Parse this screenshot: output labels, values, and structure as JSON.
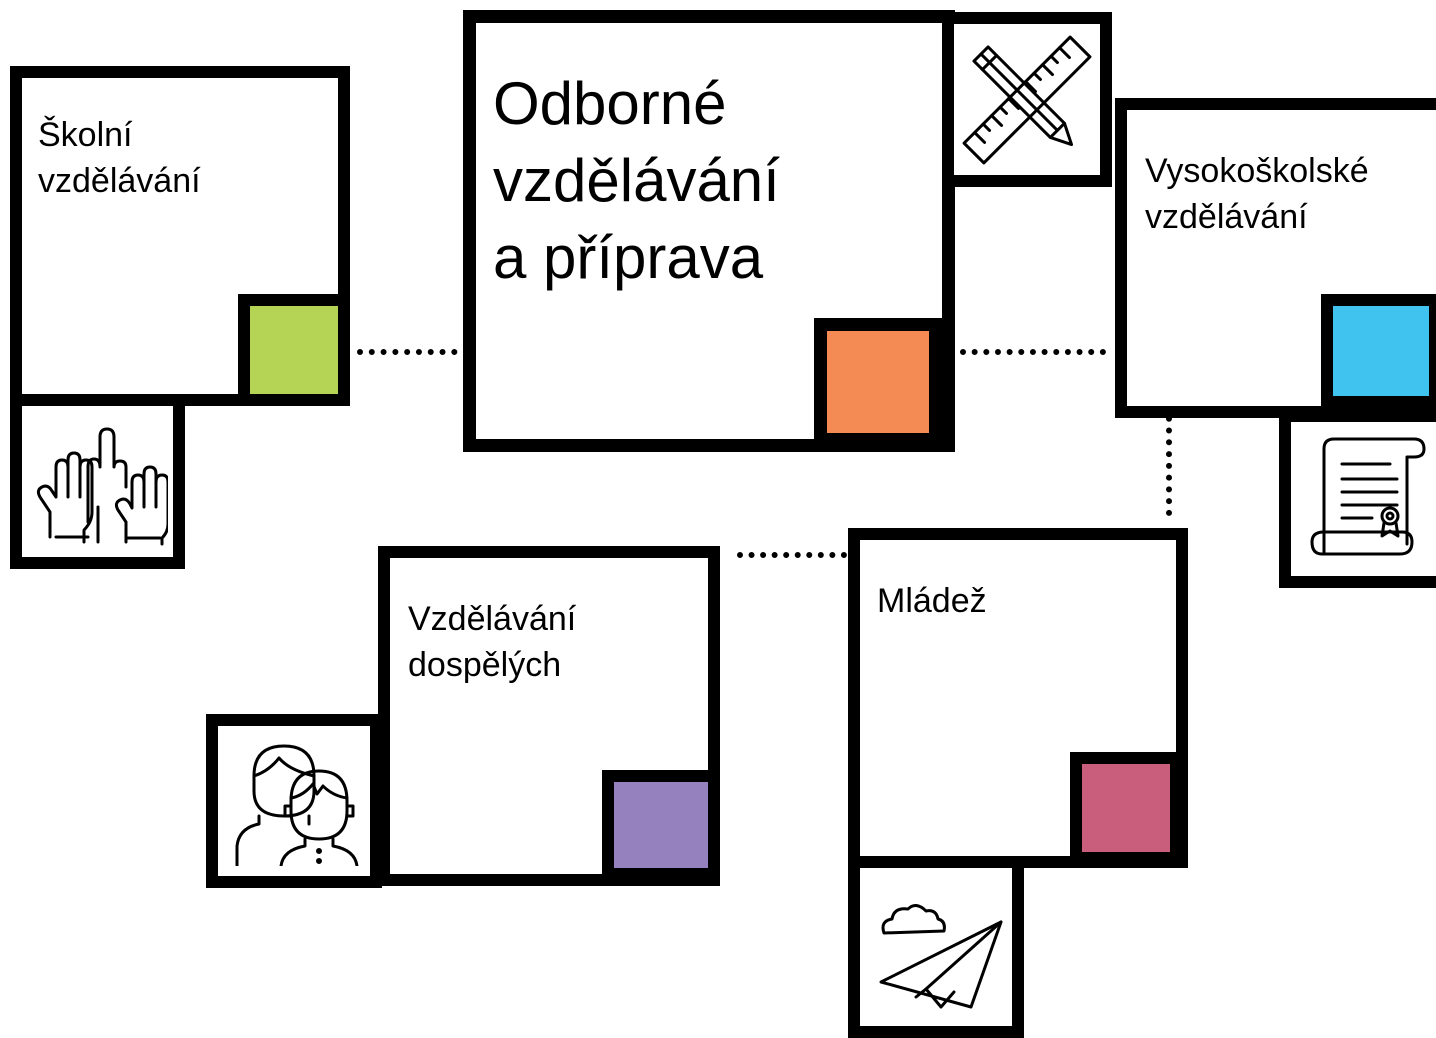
{
  "nodes": {
    "skolni": {
      "label": "Školní\nvzdělávání",
      "color": "#b5d455",
      "icon": "raised-hands-icon"
    },
    "odborne": {
      "label": "Odborné\nvzdělávání\na příprava",
      "color": "#f48b55",
      "icon": "ruler-pencil-icon"
    },
    "vysokoskolske": {
      "label": "Vysokoškolské\nvzdělávání",
      "color": "#41c3f0",
      "icon": "diploma-scroll-icon"
    },
    "dospelych": {
      "label": "Vzdělávání\ndospělých",
      "color": "#9581bd",
      "icon": "adults-icon"
    },
    "mladez": {
      "label": "Mládež",
      "color": "#c85e7c",
      "icon": "paper-plane-icon"
    }
  }
}
